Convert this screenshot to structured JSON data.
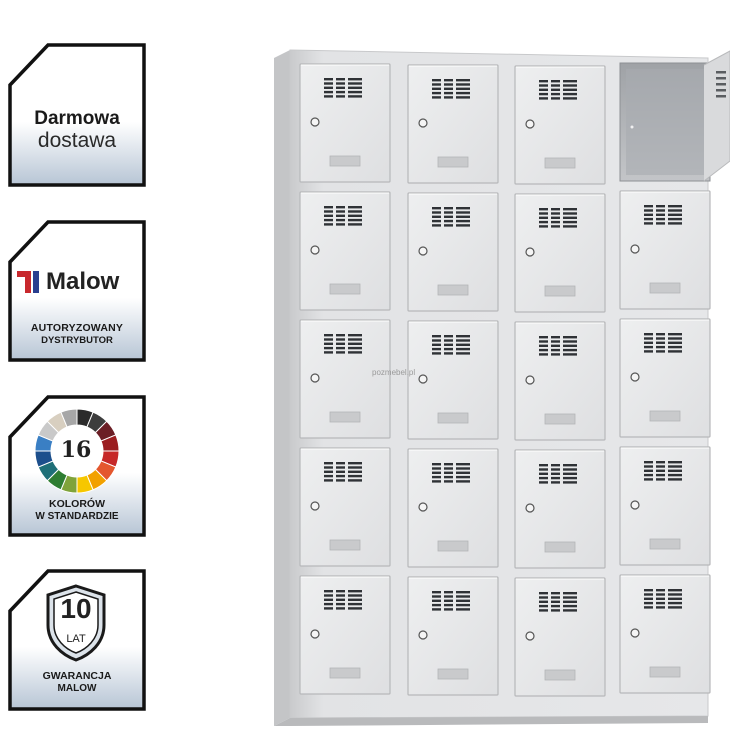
{
  "badges": {
    "delivery": {
      "line1": "Darmowa",
      "line2": "dostawa",
      "icon": "delivery-badge"
    },
    "distributor": {
      "brand": "Malow",
      "line1": "AUTORYZOWANY",
      "line2": "DYSTRYBUTOR",
      "brand_color": "#c8282d",
      "accent_color": "#2a3f8f"
    },
    "colors": {
      "count": "16",
      "line1": "KOLORÓW",
      "line2": "W STANDARDZIE",
      "palette": [
        "#2b2b2b",
        "#3d3d3d",
        "#6b1e25",
        "#9b1d20",
        "#c62828",
        "#e4572e",
        "#f2a100",
        "#f6c700",
        "#7fa33a",
        "#2e7d32",
        "#1e6f78",
        "#1c4f8c",
        "#3a7fc4",
        "#c9c9c9",
        "#d8cfc0",
        "#a7a7a7"
      ]
    },
    "warranty": {
      "years": "10",
      "unit": "LAT",
      "line1": "GWARANCJA",
      "line2": "MALOW"
    }
  },
  "product": {
    "name": "metal-locker-20-compartments",
    "rows": 5,
    "columns": 4,
    "open_compartment": "top-right",
    "body_color": "#dcdddf",
    "watermark": "pozmebel.pl"
  }
}
